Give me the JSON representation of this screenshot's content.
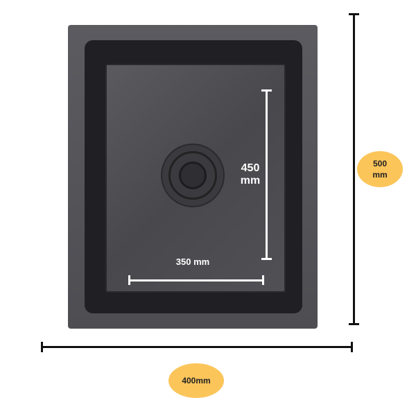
{
  "dimensions": {
    "inner_height": {
      "value": "450",
      "unit": "mm"
    },
    "inner_width": "350 mm",
    "outer_height": {
      "value": "500",
      "unit": "mm"
    },
    "outer_width": "400mm"
  },
  "colors": {
    "badge": "#fbc55a",
    "sink": "#505055"
  }
}
